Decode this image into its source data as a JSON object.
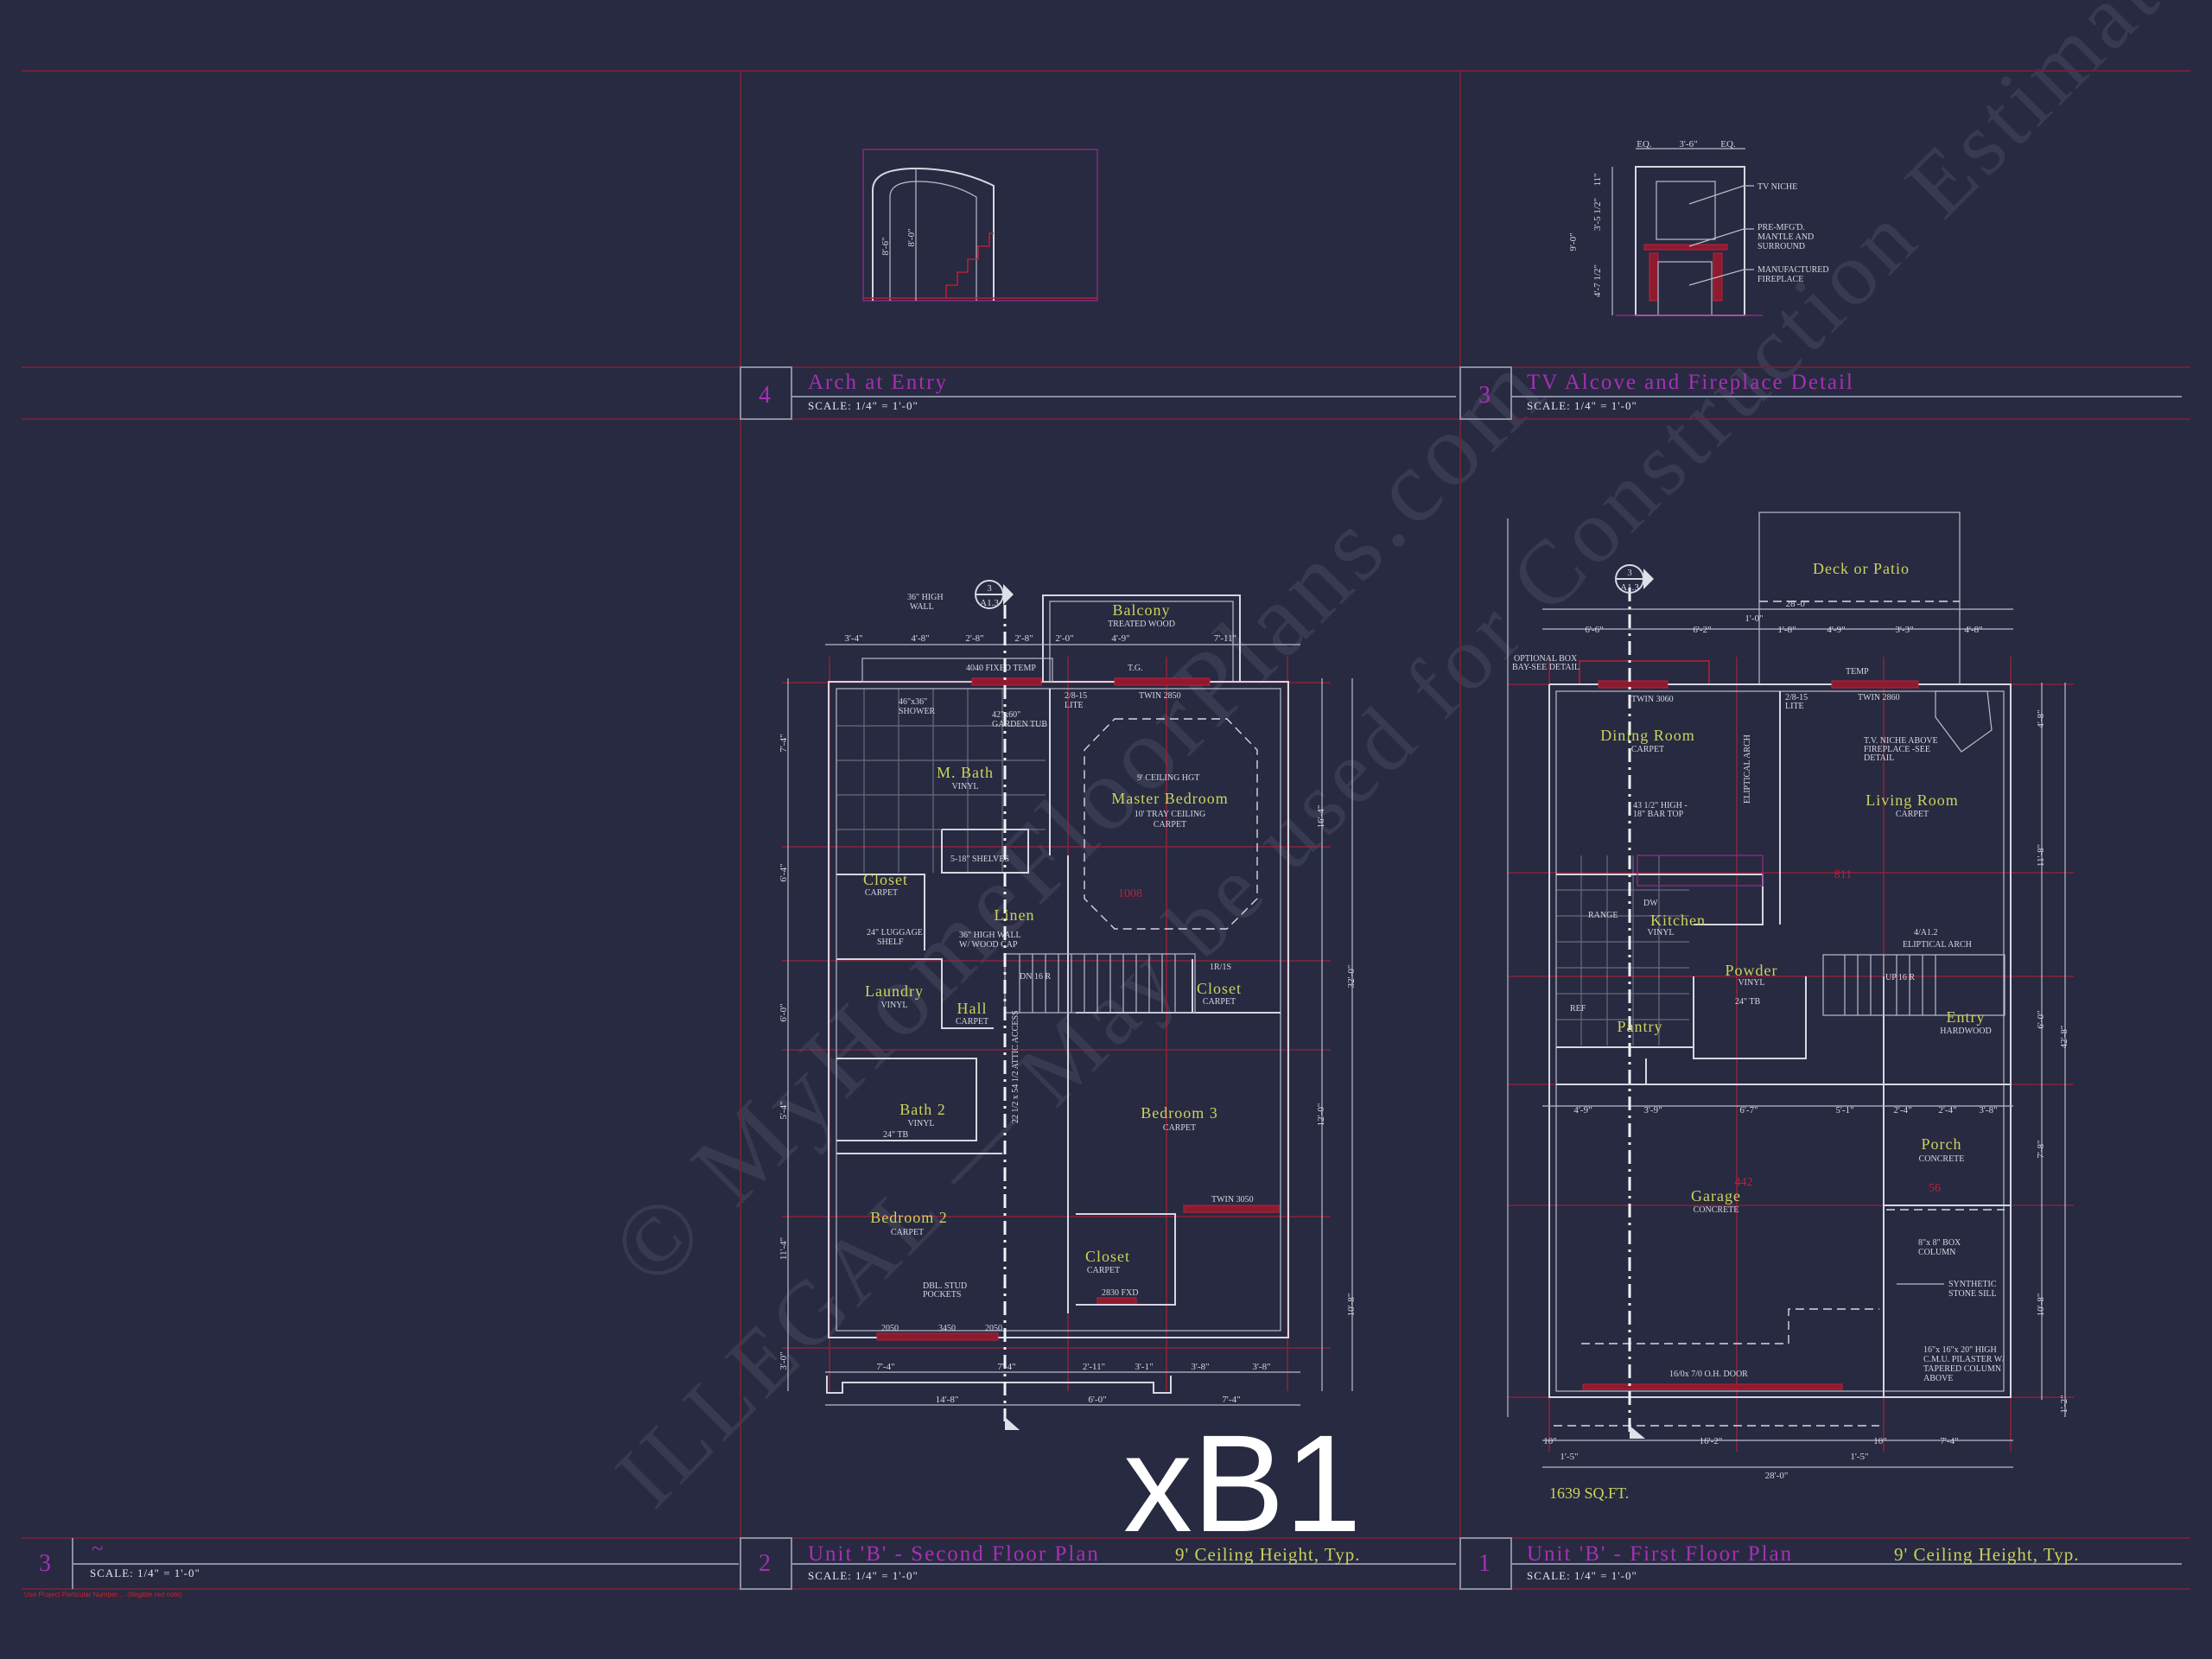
{
  "watermark": {
    "line1": "© MyHomeFloorPlans.com",
    "line2": "ILLEGAL — May be used for Construction Estimations"
  },
  "brand_mark": "xB1",
  "details": [
    {
      "number": "4",
      "title": "Arch at Entry",
      "scale": "SCALE: 1/4\" = 1'-0\""
    },
    {
      "number": "3",
      "title": "TV Alcove and Fireplace Detail",
      "scale": "SCALE: 1/4\" = 1'-0\""
    }
  ],
  "bottom_titles": [
    {
      "number": "3",
      "title": "~",
      "scale": "SCALE: 1/4\" = 1'-0\"",
      "note": "Use Project Particular Number ... (illegible red note)"
    },
    {
      "number": "2",
      "title": "Unit 'B' - Second Floor Plan",
      "ceiling": "9' Ceiling Height, Typ.",
      "scale": "SCALE: 1/4\" = 1'-0\""
    },
    {
      "number": "1",
      "title": "Unit 'B' - First Floor Plan",
      "ceiling": "9' Ceiling Height, Typ.",
      "scale": "SCALE: 1/4\" = 1'-0\""
    }
  ],
  "fireplace": {
    "dims": [
      "EQ.",
      "3'-6\"",
      "EQ.",
      "9'-0\"",
      "11\"",
      "3'-5 1/2\"",
      "4'-7 1/2\""
    ],
    "notes": [
      "TV NICHE",
      "PRE-MFG'D.",
      "MANTLE AND",
      "SURROUND",
      "MANUFACTURED",
      "FIREPLACE"
    ]
  },
  "arch": {
    "dims": [
      "8'-6\"",
      "8'-0\""
    ]
  },
  "second_floor": {
    "section_tag": {
      "top": "3",
      "bottom": "A1.3"
    },
    "rooms": [
      {
        "name": "Balcony",
        "finish": "TREATED WOOD"
      },
      {
        "name": "Master Bedroom",
        "finish": "10' TRAY CEILING",
        "finish2": "CARPET"
      },
      {
        "name": "M. Bath",
        "finish": "VINYL"
      },
      {
        "name": "Closet",
        "finish": "CARPET"
      },
      {
        "name": "Linen"
      },
      {
        "name": "Laundry",
        "finish": "VINYL"
      },
      {
        "name": "Hall",
        "finish": "CARPET"
      },
      {
        "name": "Closet",
        "finish": "CARPET"
      },
      {
        "name": "Bath 2",
        "finish": "VINYL"
      },
      {
        "name": "Bedroom 3",
        "finish": "CARPET"
      },
      {
        "name": "Bedroom 2",
        "finish": "CARPET"
      },
      {
        "name": "Closet",
        "finish": "CARPET"
      }
    ],
    "area": "1008",
    "notes": [
      "36\" HIGH",
      "WALL",
      "4040 FIXED TEMP",
      "T.G.",
      "TWIN 2850",
      "2/8-15",
      "LITE",
      "46\"x36\"",
      "SHOWER",
      "42\"x60\"",
      "GARDEN TUB",
      "9' CEILING HGT",
      "5-18\" SHELVES",
      "24\" LUGGAGE",
      "SHELF",
      "36\" HIGH WALL",
      "W/ WOOD CAP",
      "DN 16 R",
      "TWIN 3050",
      "2830 FXD",
      "DBL. STUD",
      "POCKETS",
      "2050",
      "3450",
      "2050",
      "1R/1S",
      "24\" TB",
      "22 1/2 x 54 1/2 ATTIC ACCESS"
    ],
    "dims_top": [
      "3'-4\"",
      "4'-8\"",
      "2'-8\"",
      "2'-8\"",
      "2'-0\"",
      "4'-9\"",
      "7'-11\""
    ],
    "dims_bottom": [
      "7'-4\"",
      "7'-4\"",
      "2'-11\"",
      "3'-1\"",
      "3'-8\"",
      "3'-8\""
    ],
    "dims_overall": [
      "14'-8\"",
      "6'-0\"",
      "7'-4\""
    ],
    "dims_right": [
      "16'-4\"",
      "12'-0\"",
      "10'-8\"",
      "32'-0\""
    ],
    "dims_left": [
      "7'-4\"",
      "6'-4\"",
      "6'-0\"",
      "5'-4\"",
      "11'-4\"",
      "3'-0\""
    ]
  },
  "first_floor": {
    "section_tag": {
      "top": "3",
      "bottom": "A1.3"
    },
    "rooms": [
      {
        "name": "Deck or Patio"
      },
      {
        "name": "Dining Room",
        "finish": "CARPET"
      },
      {
        "name": "Living Room",
        "finish": "CARPET"
      },
      {
        "name": "Kitchen",
        "finish": "VINYL"
      },
      {
        "name": "Powder",
        "finish": "VINYL"
      },
      {
        "name": "Pantry"
      },
      {
        "name": "Entry",
        "finish": "HARDWOOD"
      },
      {
        "name": "Porch",
        "finish": "CONCRETE"
      },
      {
        "name": "Garage",
        "finish": "CONCRETE"
      }
    ],
    "areas": [
      "811",
      "442",
      "56"
    ],
    "sqft": "1639 SQ.FT.",
    "notes": [
      "OPTIONAL BOX",
      "BAY-SEE DETAIL",
      "TWIN 3060",
      "TEMP",
      "TWIN 2860",
      "2/8-15",
      "LITE",
      "T.V. NICHE ABOVE",
      "FIREPLACE -SEE",
      "DETAIL",
      "43 1/2\" HIGH -",
      "18\" BAR TOP",
      "ELIPTICAL ARCH",
      "RANGE",
      "DW",
      "REF",
      "4/A1.2",
      "ELIPTICAL ARCH",
      "UP 16 R",
      "24\" TB",
      "16/0x 7/0 O.H. DOOR",
      "8\"x 8\" BOX",
      "COLUMN",
      "SYNTHETIC",
      "STONE SILL",
      "16\"x 16\"x 20\" HIGH",
      "C.M.U. PILASTER W/",
      "TAPERED COLUMN",
      "ABOVE"
    ],
    "dims_top": [
      "6'-6\"",
      "6'-2\"",
      "1'-0\"",
      "1'-8\"",
      "4'-9\"",
      "3'-3\"",
      "4'-8\"",
      "28'-0\""
    ],
    "dims_mid": [
      "4'-9\"",
      "3'-9\"",
      "6'-7\"",
      "5'-1\"",
      "2'-4\"",
      "2'-4\"",
      "3'-8\""
    ],
    "dims_bottom": [
      "10\"",
      "16'-2\"",
      "10\"",
      "7'-4\"",
      "1'-5\"",
      "1'-5\"",
      "28'-0\""
    ],
    "dims_right": [
      "4'-8\"",
      "11'-8\"",
      "6'-0\"",
      "7'-8\"",
      "10'-8\"",
      "1'-2\"",
      "42'-8\""
    ]
  },
  "colors": {
    "background": "#272a40",
    "title": "#a630b4",
    "room_label": "#cdd35c",
    "walls": "#d5d7e2",
    "red": "#c0203a"
  }
}
